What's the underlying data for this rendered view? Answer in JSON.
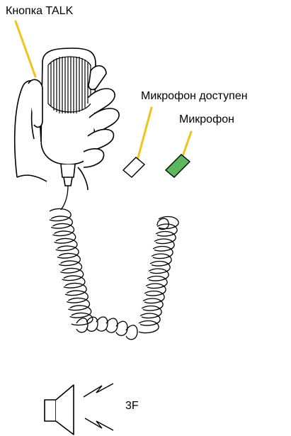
{
  "labels": {
    "talk_button": "Кнопка TALK",
    "mic_available": "Микрофон доступен",
    "mic_active": "Микрофон",
    "floor": "3F"
  },
  "colors": {
    "leader_line": "#f0c419",
    "mic_active_lamp": "#5cb85c",
    "outline": "#000000"
  },
  "icons": [
    "microphone-handset",
    "hand",
    "coiled-cord",
    "speaker-icon",
    "sound-wave-icon"
  ]
}
